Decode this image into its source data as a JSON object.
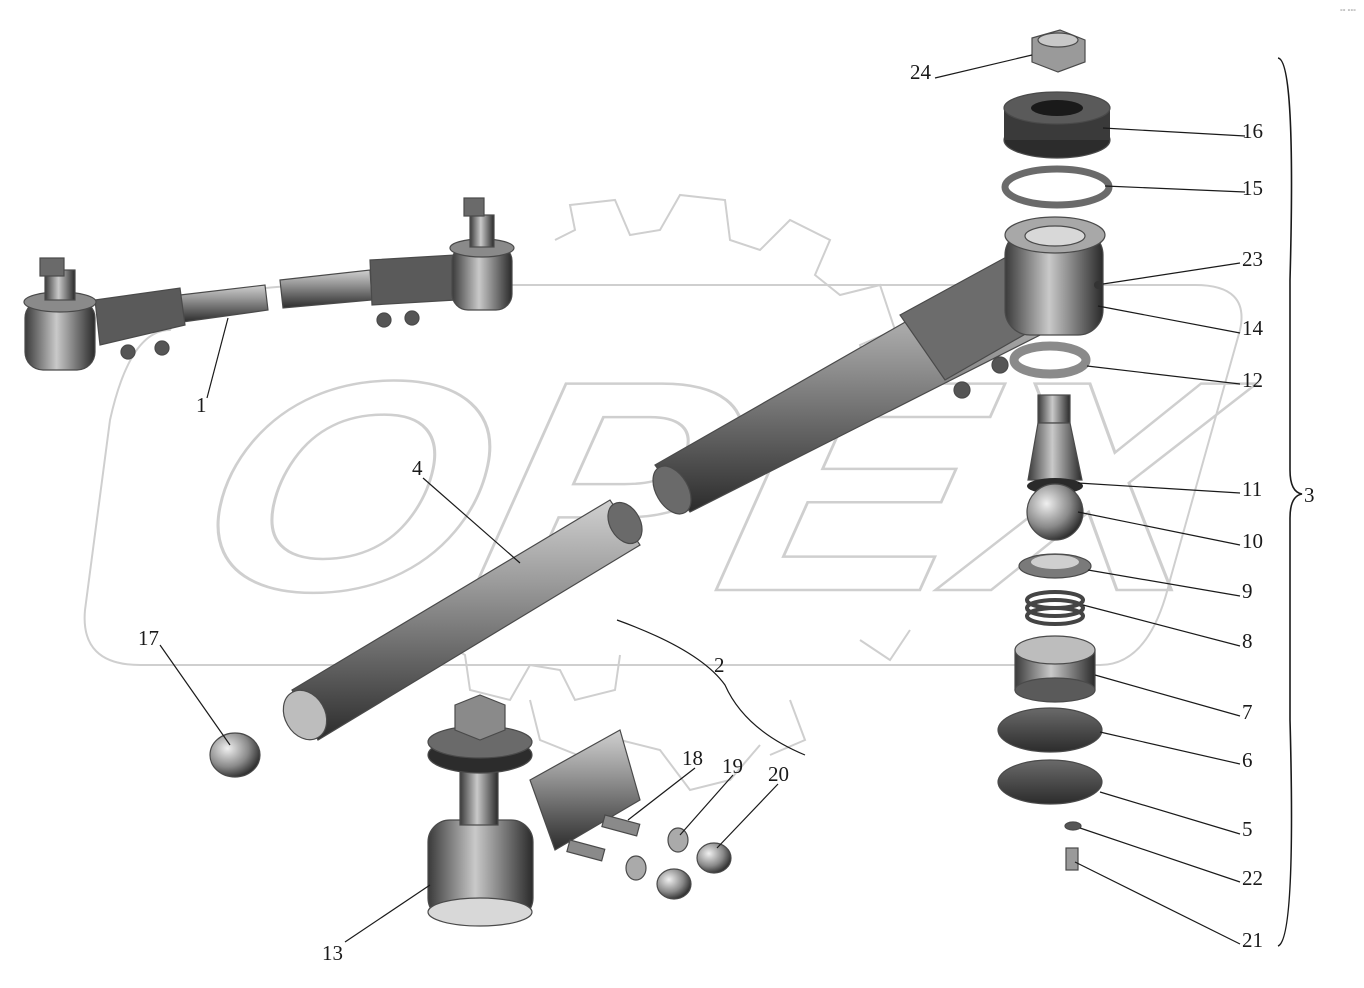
{
  "watermark": {
    "text": "OPEX"
  },
  "corner_mark": "°° °°°",
  "labels": [
    {
      "id": "1",
      "text": "1"
    },
    {
      "id": "2",
      "text": "2"
    },
    {
      "id": "3",
      "text": "3"
    },
    {
      "id": "4",
      "text": "4"
    },
    {
      "id": "5",
      "text": "5"
    },
    {
      "id": "6",
      "text": "6"
    },
    {
      "id": "7",
      "text": "7"
    },
    {
      "id": "8",
      "text": "8"
    },
    {
      "id": "9",
      "text": "9"
    },
    {
      "id": "10",
      "text": "10"
    },
    {
      "id": "11",
      "text": "11"
    },
    {
      "id": "12",
      "text": "12"
    },
    {
      "id": "13",
      "text": "13"
    },
    {
      "id": "14",
      "text": "14"
    },
    {
      "id": "15",
      "text": "15"
    },
    {
      "id": "16",
      "text": "16"
    },
    {
      "id": "17",
      "text": "17"
    },
    {
      "id": "18",
      "text": "18"
    },
    {
      "id": "19",
      "text": "19"
    },
    {
      "id": "20",
      "text": "20"
    },
    {
      "id": "21",
      "text": "21"
    },
    {
      "id": "22",
      "text": "22"
    },
    {
      "id": "23",
      "text": "23"
    },
    {
      "id": "24",
      "text": "24"
    }
  ],
  "colors": {
    "metal_dark": "#2e2e2e",
    "metal_mid": "#7a7a7a",
    "metal_light": "#c8c8c8",
    "watermark": "#cfcfcf"
  }
}
